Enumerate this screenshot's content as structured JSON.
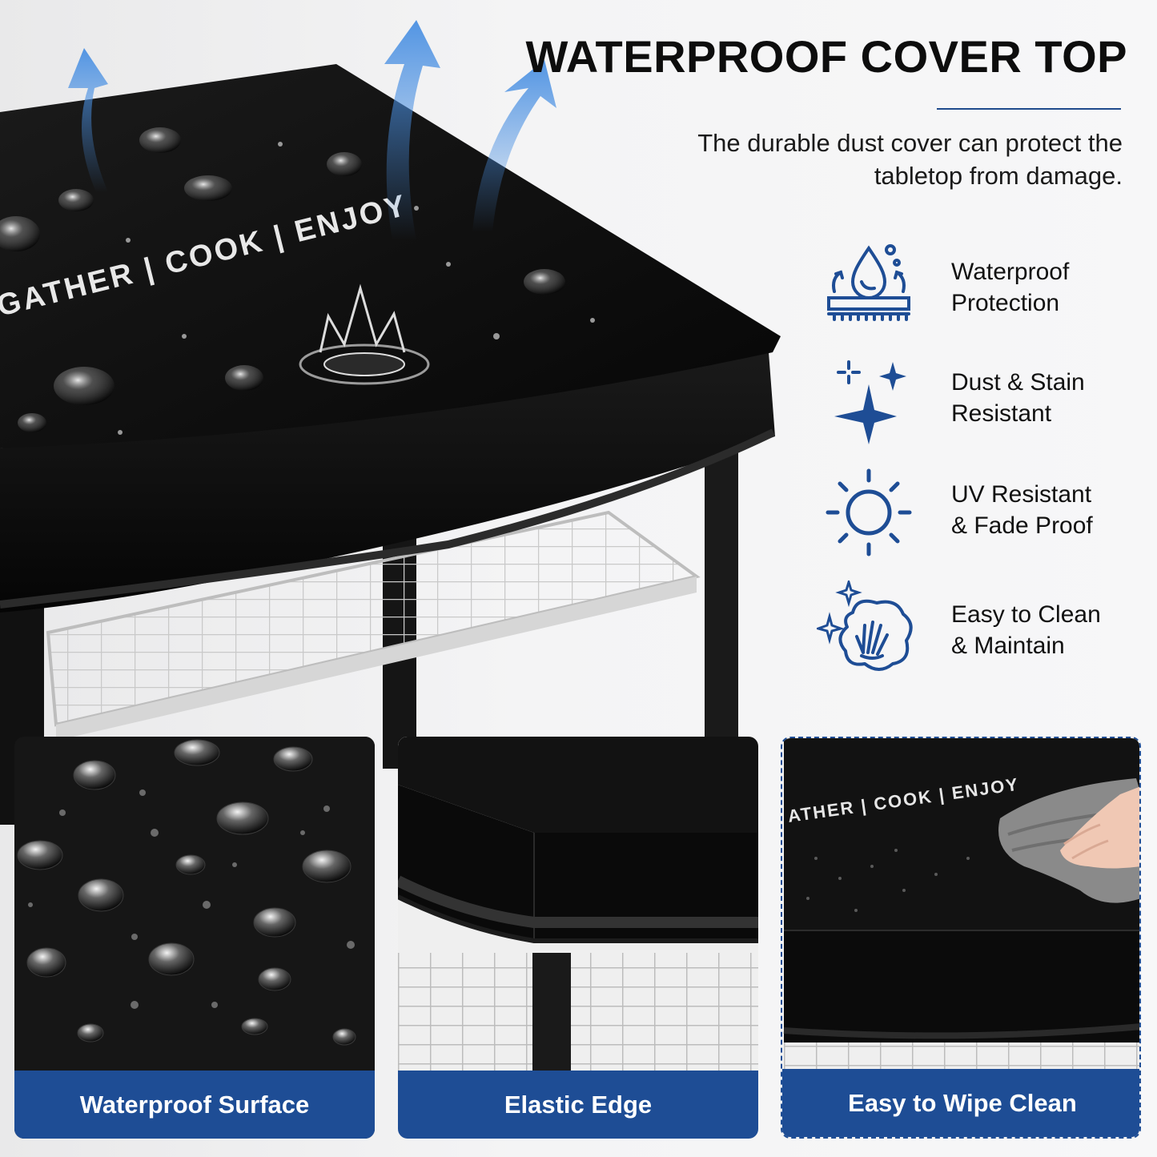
{
  "hero": {
    "title": "WATERPROOF COVER TOP",
    "subtitle_line1": "The durable dust cover can protect the",
    "subtitle_line2": "tabletop from damage.",
    "cover_print": "GATHER | COOK | ENJOY"
  },
  "features": [
    {
      "icon": "water-drop-icon",
      "line1": "Waterproof",
      "line2": "Protection"
    },
    {
      "icon": "sparkle-icon",
      "line1": "Dust & Stain",
      "line2": "Resistant"
    },
    {
      "icon": "sun-icon",
      "line1": "UV Resistant",
      "line2": "& Fade Proof"
    },
    {
      "icon": "hand-cloth-icon",
      "line1": "Easy to Clean",
      "line2": "& Maintain"
    }
  ],
  "panels": [
    {
      "caption": "Waterproof Surface"
    },
    {
      "caption": "Elastic Edge"
    },
    {
      "caption": "Easy to Wipe Clean",
      "cover_print": "ATHER | COOK | ENJOY"
    }
  ],
  "colors": {
    "accent": "#1e4d95",
    "arrow": "#4a90e2",
    "cover": "#0e0e0e"
  }
}
